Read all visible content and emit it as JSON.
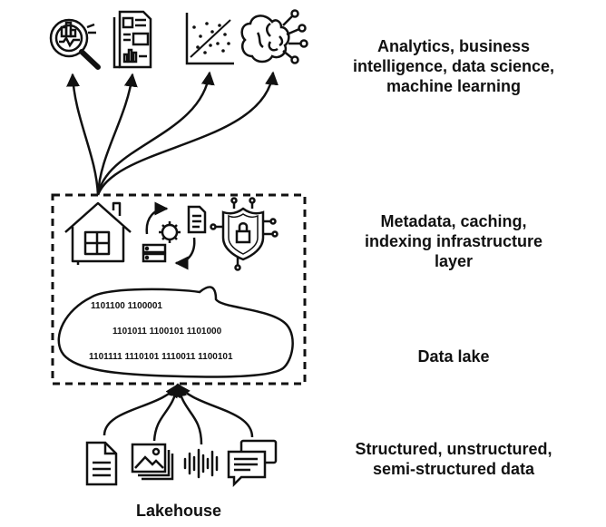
{
  "labels": {
    "top": [
      "Analytics, business",
      "intelligence, data science,",
      "machine learning"
    ],
    "metadata": [
      "Metadata, caching,",
      "indexing infrastructure",
      "layer"
    ],
    "datalake": "Data lake",
    "sources": [
      "Structured, unstructured,",
      "semi-structured data"
    ]
  },
  "binary": {
    "row1": "1101100  1100001",
    "row2": "1101011  1100101  1101000",
    "row3": "1101111  1110101  1110011  1100101"
  },
  "caption": "Lakehouse",
  "icons": {
    "top": [
      "analytics-magnifier-icon",
      "report-document-icon",
      "scatter-plot-icon",
      "brain-network-icon"
    ],
    "layer": [
      "house-icon",
      "process-sync-icon",
      "security-shield-icon"
    ],
    "sources": [
      "document-icon",
      "images-icon",
      "audio-wave-icon",
      "chat-icon"
    ]
  }
}
